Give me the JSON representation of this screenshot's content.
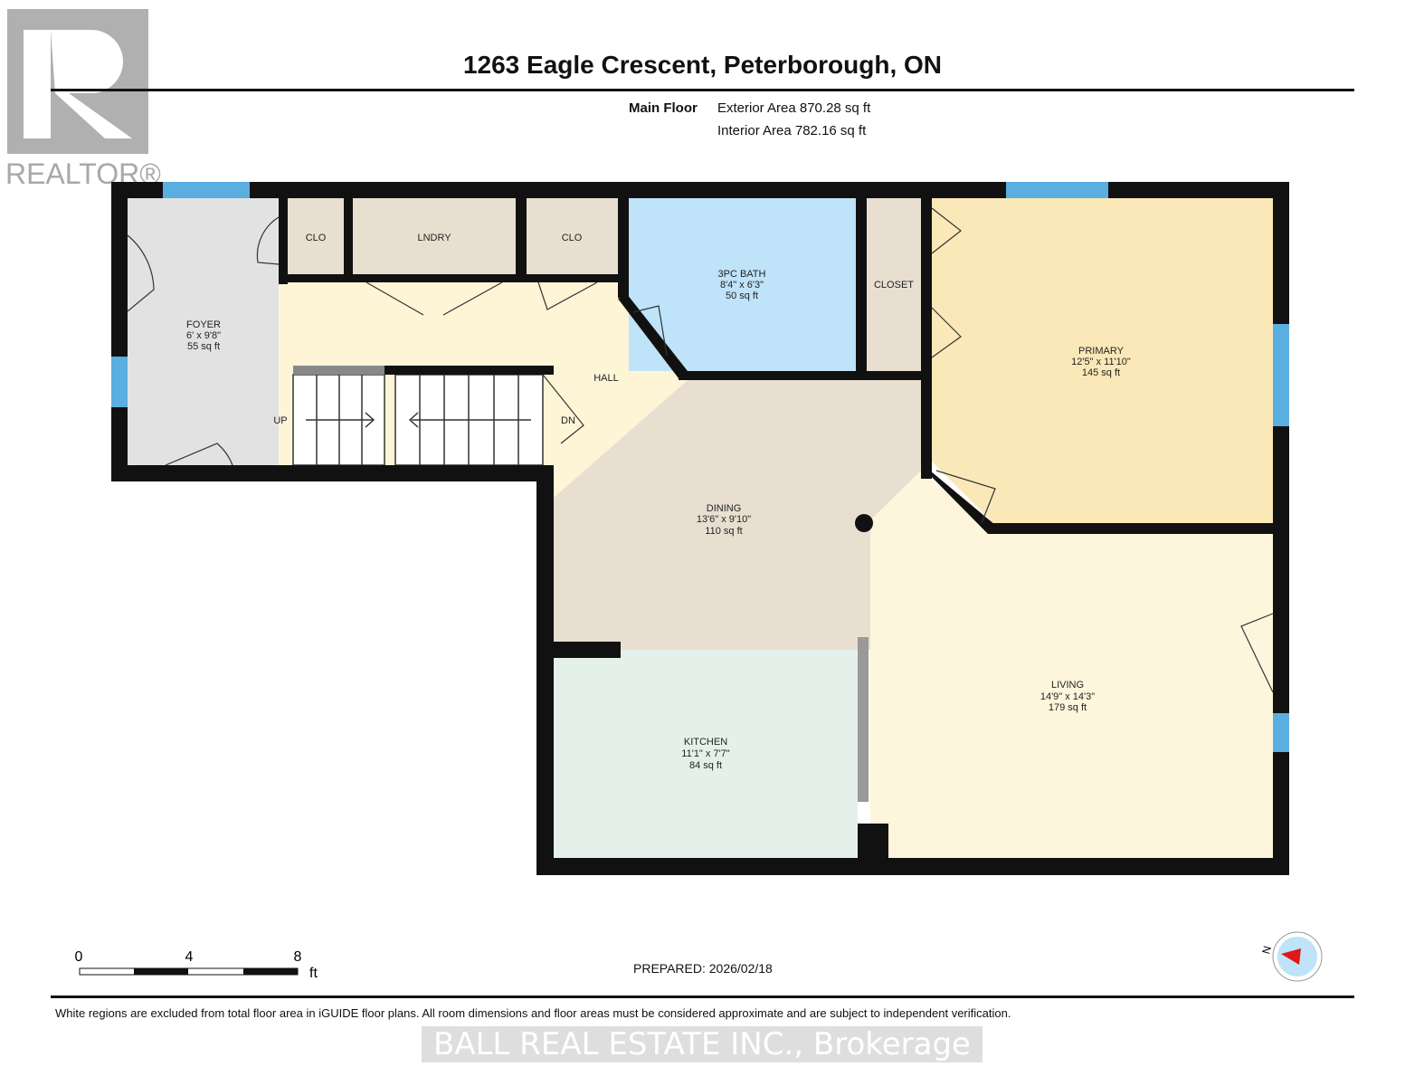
{
  "header": {
    "title": "1263 Eagle Crescent, Peterborough, ON"
  },
  "floor": {
    "name": "Main Floor",
    "exterior_area": "Exterior Area 870.28 sq ft",
    "interior_area": "Interior Area 782.16 sq ft"
  },
  "logo": {
    "text": "REALTOR®"
  },
  "rooms": {
    "foyer": {
      "name": "FOYER",
      "dims": "6' x 9'8\"",
      "area": "55 sq ft"
    },
    "clo1": {
      "name": "CLO"
    },
    "lndry": {
      "name": "LNDRY"
    },
    "clo2": {
      "name": "CLO"
    },
    "bath": {
      "name": "3PC BATH",
      "dims": "8'4\" x 6'3\"",
      "area": "50 sq ft"
    },
    "closet": {
      "name": "CLOSET"
    },
    "primary": {
      "name": "PRIMARY",
      "dims": "12'5\" x 11'10\"",
      "area": "145 sq ft"
    },
    "hall": {
      "name": "HALL"
    },
    "dining": {
      "name": "DINING",
      "dims": "13'6\" x 9'10\"",
      "area": "110 sq ft"
    },
    "kitchen": {
      "name": "KITCHEN",
      "dims": "11'1\" x 7'7\"",
      "area": "84 sq ft"
    },
    "living": {
      "name": "LIVING",
      "dims": "14'9\" x 14'3\"",
      "area": "179 sq ft"
    },
    "stairs_up": "UP",
    "stairs_down": "DN"
  },
  "scale": {
    "ticks": [
      "0",
      "4",
      "8"
    ],
    "unit": "ft"
  },
  "compass": {
    "label": "N"
  },
  "footer": {
    "prepared": "PREPARED: 2026/02/18",
    "disclaimer": "White regions are excluded from total floor area in iGUIDE floor plans. All room dimensions and floor areas must be considered approximate and are subject to independent verification.",
    "watermark": "BALL REAL ESTATE INC., Brokerage"
  },
  "colors": {
    "wall": "#111111",
    "window": "#5aaee0",
    "foyer": "#e2e2e2",
    "hall": "#fdf5d6",
    "closet": "#e8dfd0",
    "bath": "#bfe3f8",
    "primary": "#fbe8b8",
    "dining": "#e8dfd1",
    "kitchen": "#e4f1ea",
    "living": "#fdf6dc"
  }
}
